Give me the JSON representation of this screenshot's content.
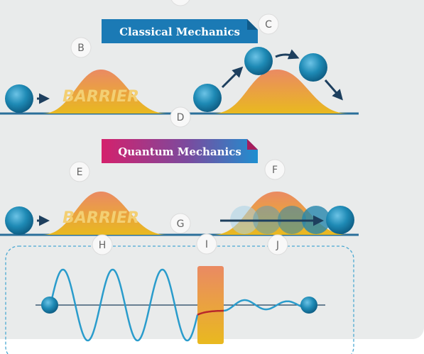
{
  "classical": {
    "title": "Classical Mechanics",
    "barrier_label": "BARRIER"
  },
  "quantum": {
    "title": "Quantum Mechanics",
    "barrier_label": "BARRIER"
  },
  "markers": {
    "b": "B",
    "c": "C",
    "d": "D",
    "e": "E",
    "f": "F",
    "g": "G",
    "h": "H",
    "i": "I",
    "j": "J"
  },
  "colors": {
    "background": "#e9ebeb",
    "ball": "#1e7fa8",
    "ground": "#2a6f9a",
    "barrier_top": "#ea8a63",
    "barrier_bottom": "#e9b91f",
    "classical_banner": "#1b7ab5",
    "quantum_banner_start": "#d1216e",
    "quantum_banner_end": "#1f8fd0",
    "wave": "#2a9ccc",
    "arrow": "#1d3f5e"
  },
  "icons": [
    "right-arrow-icon",
    "curved-arrow-icon"
  ]
}
